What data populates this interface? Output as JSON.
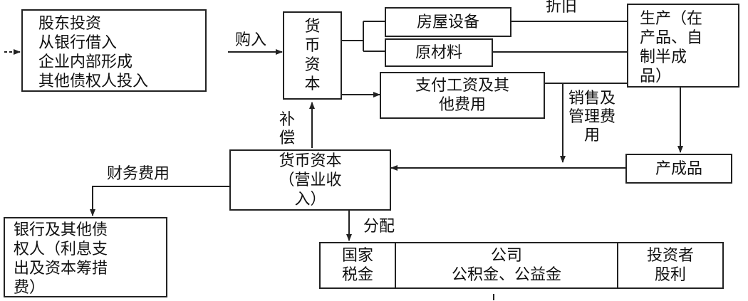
{
  "diagram": {
    "nodes": {
      "sources": [
        "股东投资",
        "从银行借入",
        "企业内部形成",
        "其他债权人投入"
      ],
      "money_capital_top": [
        "货",
        "币",
        "资",
        "本"
      ],
      "housing_equipment": "房屋设备",
      "raw_materials": "原材料",
      "wages": [
        "支付工资及其",
        "他费用"
      ],
      "production": [
        "生产（在",
        "产品、自",
        "制半成",
        "品）"
      ],
      "finished_goods": "产成品",
      "money_capital_revenue": [
        "货币资本",
        "（营业收",
        "入）"
      ],
      "creditors": [
        "银行及其他债",
        "权人（利息支",
        "出及资本筹措",
        "费）"
      ],
      "state_tax": [
        "国家",
        "税金"
      ],
      "company": [
        "公司",
        "公积金、公益金"
      ],
      "investor_dividend": [
        "投资者",
        "股利"
      ]
    },
    "edge_labels": {
      "purchase": "购入",
      "depreciation": "折旧",
      "sales_admin_expenses": [
        "销售及",
        "管理费",
        "用"
      ],
      "compensation": "补偿",
      "financial_expenses": "财务费用",
      "distribution": "分配"
    }
  }
}
